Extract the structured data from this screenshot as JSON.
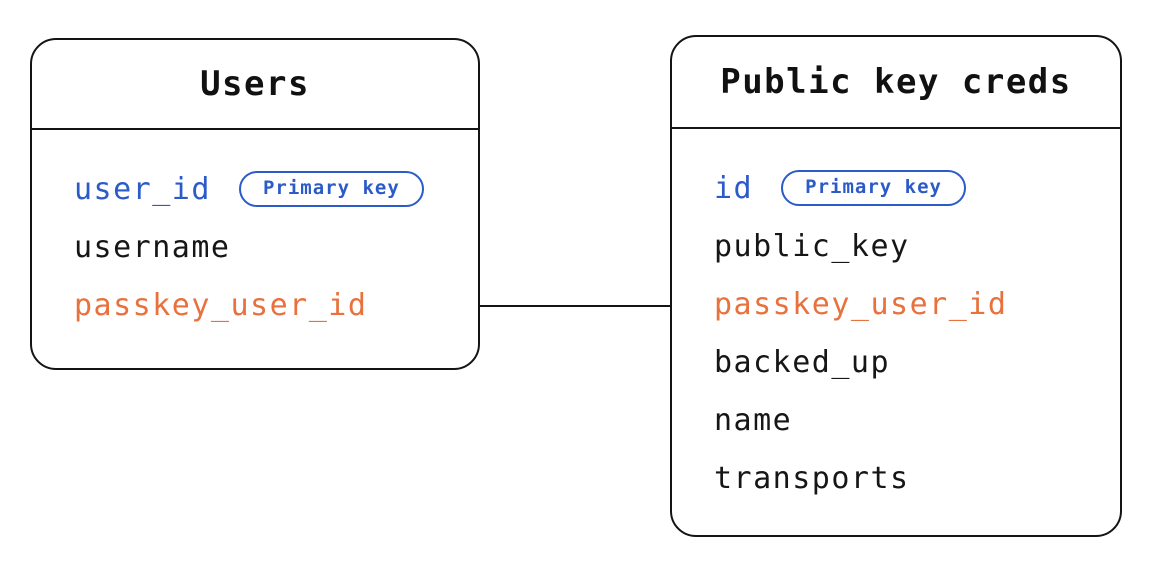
{
  "diagram": {
    "colors": {
      "primary_key_blue": "#2b5ac9",
      "foreign_key_orange": "#e8713d",
      "line_black": "#141414"
    },
    "tables": [
      {
        "title": "Users",
        "fields": [
          {
            "name": "user_id",
            "role": "primary-key",
            "badge": "Primary key"
          },
          {
            "name": "username",
            "role": "regular"
          },
          {
            "name": "passkey_user_id",
            "role": "foreign-key"
          }
        ]
      },
      {
        "title": "Public key creds",
        "fields": [
          {
            "name": "id",
            "role": "primary-key",
            "badge": "Primary key"
          },
          {
            "name": "public_key",
            "role": "regular"
          },
          {
            "name": "passkey_user_id",
            "role": "foreign-key"
          },
          {
            "name": "backed_up",
            "role": "regular"
          },
          {
            "name": "name",
            "role": "regular"
          },
          {
            "name": "transports",
            "role": "regular"
          }
        ]
      }
    ],
    "relationship": {
      "from": "Users.passkey_user_id",
      "to": "Public key creds.passkey_user_id",
      "type": "connector-line"
    }
  }
}
